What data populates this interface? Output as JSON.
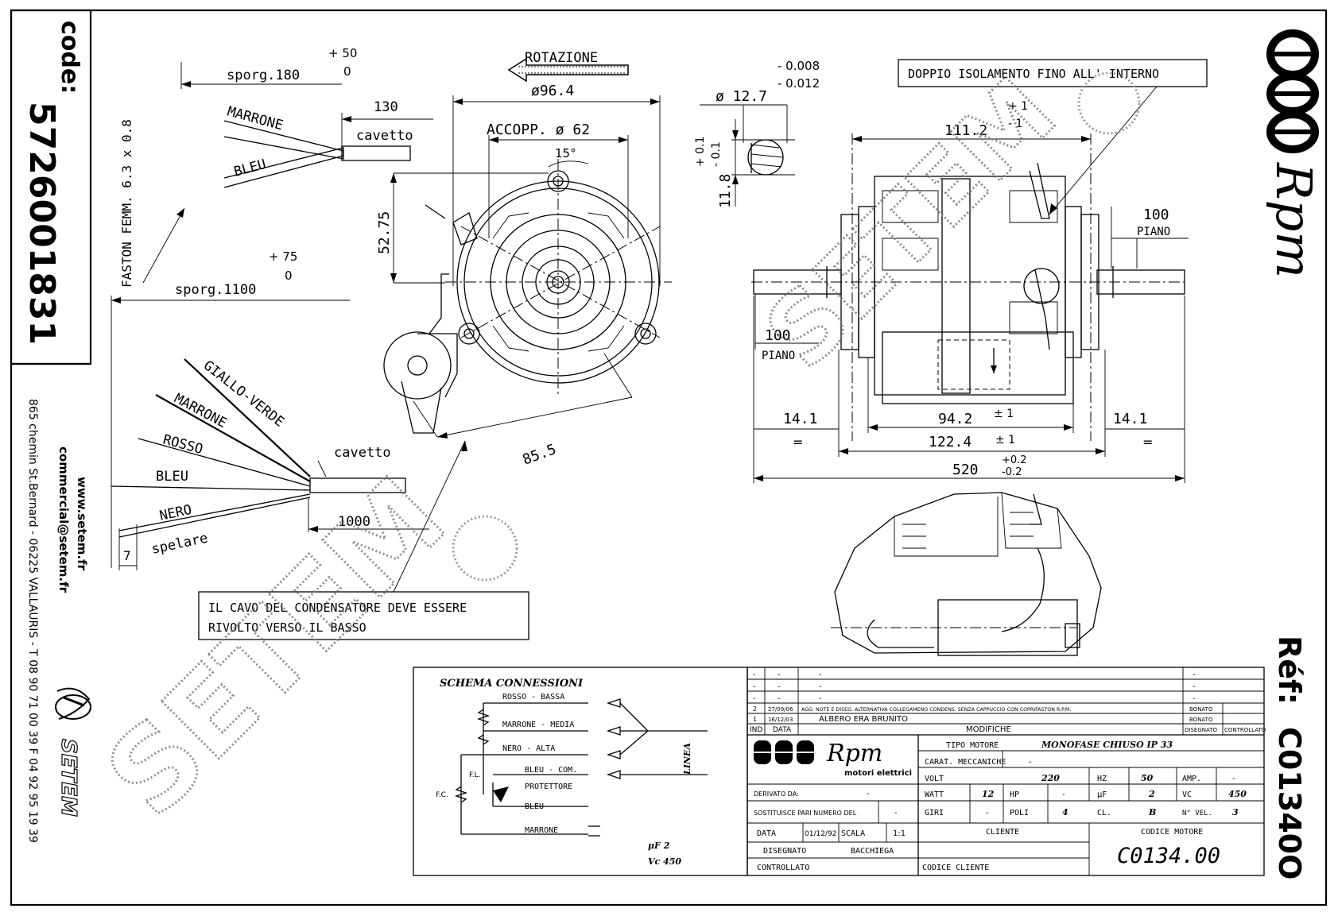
{
  "sidebar": {
    "code_label": "code:",
    "code_value": "5726001831",
    "website": "www.setem.fr",
    "email": "commercial@setem.fr",
    "address": "865 chemin St.Bernard - 06225 VALLAURIS - T 08 90 71 00 39  F 04 92 95 19 39",
    "company": "SETEM"
  },
  "ref": {
    "label": "Réf:",
    "value": "C01340O"
  },
  "brand": "Rpm",
  "brand_sub": "motori elettrici",
  "watermark": "SETEM",
  "top_left": {
    "sporg180": "sporg.180",
    "sporg180_tol_up": "+ 50",
    "sporg180_tol_dn": "0",
    "faston": "FASTON FEMM. 6.3 x 0.8",
    "marrone": "MARRONE",
    "bleu": "BLEU",
    "dim130": "130",
    "cavetto": "cavetto",
    "sporg1100": "sporg.1100",
    "sporg1100_tol_up": "+ 75",
    "sporg1100_tol_dn": "0"
  },
  "bottom_left": {
    "wires": [
      "GIALLO-VERDE",
      "MARRONE",
      "ROSSO",
      "BLEU",
      "NERO"
    ],
    "cavetto": "cavetto",
    "dim1000": "1000",
    "dim7": "7",
    "spelare": "spelare"
  },
  "front_view": {
    "rotazione": "ROTAZIONE",
    "dia96": "ø96.4",
    "accopp": "ACCOPP. ø 62",
    "angle": "15°",
    "dim5275": "52.75",
    "dim855": "85.5"
  },
  "shaft": {
    "dia": "ø 12.7",
    "tol1": "- 0.008",
    "tol2": "- 0.012",
    "flat": "11.8",
    "flat_tol_up": "+ 0.1",
    "flat_tol_dn": "- 0.1"
  },
  "side_view": {
    "doppio": "DOPPIO ISOLAMENTO FINO ALL' INTERNO",
    "dim1112": "111.2",
    "dim1112_tol_up": "+ 1",
    "dim1112_tol_dn": "- 1",
    "dim100": "100",
    "piano": "PIANO",
    "dim141": "14.1",
    "dim942": "94.2",
    "dim942_tol": "± 1",
    "dim1224": "122.4",
    "dim1224_tol": "± 1",
    "eq": "=",
    "dim520": "520",
    "dim520_tol_up": "+0.2",
    "dim520_tol_dn": "-0.2"
  },
  "note": {
    "line1": "IL CAVO DEL CONDENSATORE DEVE ESSERE",
    "line2": "RIVOLTO VERSO IL BASSO"
  },
  "schema": {
    "title": "SCHEMA CONNESSIONI",
    "labels": [
      "ROSSO - BASSA",
      "MARRONE - MEDIA",
      "NERO - ALTA",
      "BLEU - COM.",
      "PROTETTORE",
      "BLEU",
      "MARRONE"
    ],
    "fl": "F.L.",
    "fc": "F.C.",
    "linea": "LINEA",
    "uf": "μF 2",
    "vc": "Vc 450"
  },
  "title_block": {
    "rev_rows": [
      {
        "ind": "-",
        "data": "-",
        "mod": "-",
        "disegnato": "-",
        "controllato": ""
      },
      {
        "ind": "-",
        "data": "-",
        "mod": "-",
        "disegnato": "-",
        "controllato": ""
      },
      {
        "ind": "-",
        "data": "-",
        "mod": "-",
        "disegnato": "-",
        "controllato": ""
      },
      {
        "ind": "2",
        "data": "27/09/06",
        "mod": "AGG. NOTE E DISEG. ALTERNATIVA COLLEGAMENO CONDENS. SENZA CAPPUCCIO CON COPRIFASTON R.P.M.",
        "disegnato": "BONATO",
        "controllato": ""
      },
      {
        "ind": "1",
        "data": "16/12/03",
        "mod": "ALBERO ERA BRUNITO",
        "disegnato": "BONATO",
        "controllato": ""
      }
    ],
    "hdr_ind": "IND",
    "hdr_data": "DATA",
    "hdr_mod": "MODIFICHE",
    "hdr_dis": "DISEGNATO",
    "hdr_con": "CONTROLLATO",
    "tipo_motore_label": "TIPO MOTORE",
    "tipo_motore": "MONOFASE CHIUSO IP 33",
    "carat_label": "CARAT. MECCANICHE",
    "carat": "-",
    "volt_label": "VOLT",
    "volt": "220",
    "hz_label": "HZ",
    "hz": "50",
    "amp_label": "AMP.",
    "amp": "-",
    "watt_label": "WATT",
    "watt": "12",
    "hp_label": "HP",
    "hp": "-",
    "uf_label": "μF",
    "uf": "2",
    "vc_label": "VC",
    "vc": "450",
    "giri_label": "GIRI",
    "giri": "-",
    "poli_label": "POLI",
    "poli": "4",
    "cl_label": "CL.",
    "cl": "B",
    "nvel_label": "N° VEL.",
    "nvel": "3",
    "derivato_label": "DERIVATO DA:",
    "derivato": "-",
    "sostituisce_label": "SOSTITUISCE PARI NUMERO DEL",
    "sostituisce": "-",
    "data_label": "DATA",
    "data": "01/12/92",
    "scala_label": "SCALA",
    "scala": "1:1",
    "disegnato_label": "DISEGNATO",
    "disegnato": "BACCHIEGA",
    "controllato_label": "CONTROLLATO",
    "cliente_label": "CLIENTE",
    "codice_cliente_label": "CODICE CLIENTE",
    "codice_motore_label": "CODICE MOTORE",
    "codice_motore": "C0134.00"
  }
}
